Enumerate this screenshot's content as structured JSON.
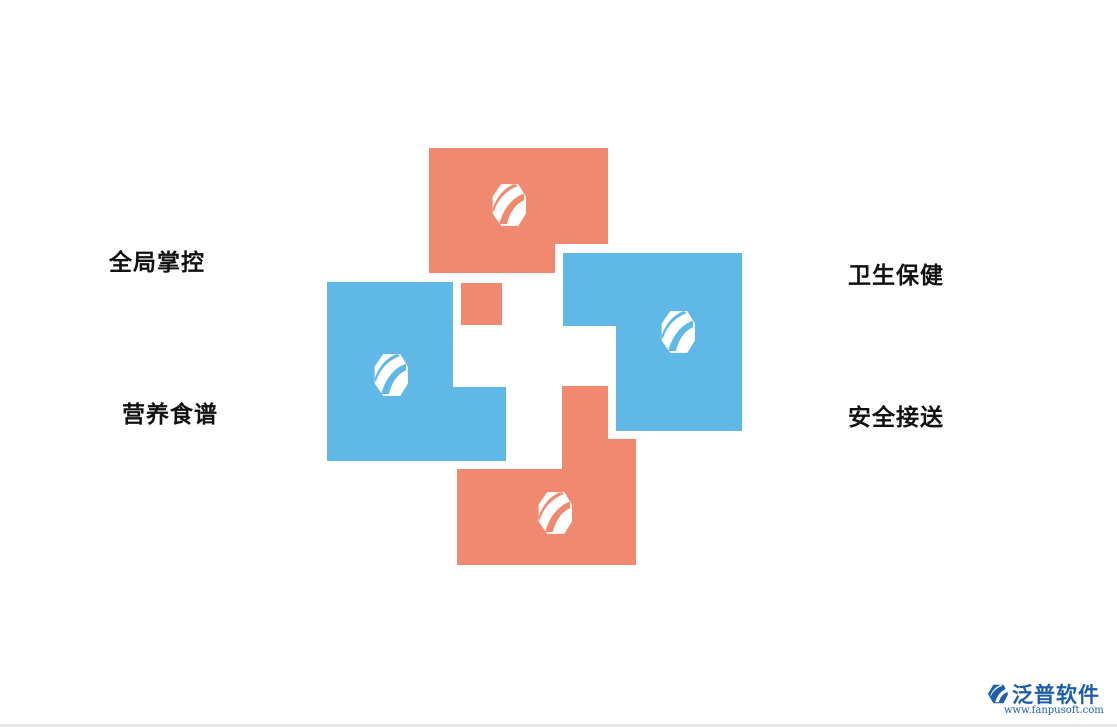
{
  "labels": {
    "top_left": "全局掌控",
    "bottom_left": "营养食谱",
    "top_right": "卫生保健",
    "bottom_right": "安全接送"
  },
  "colors": {
    "salmon": "#f0896f",
    "blue": "#5fb8e6",
    "icon": "#ffffff"
  },
  "watermark": {
    "brand": "泛普软件",
    "url": "www.fanpusoft.com",
    "logo_icon": "fanpu-logo-icon"
  }
}
